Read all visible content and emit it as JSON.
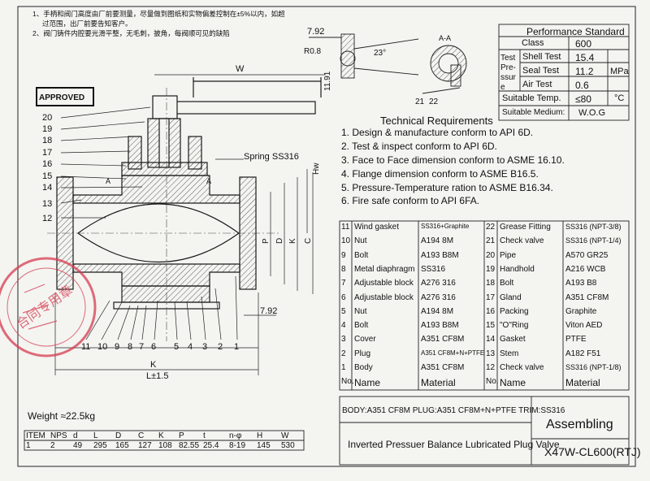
{
  "notes": [
    "1、手柄和阀门高度由厂前要测量，尽量做到图纸和实物偏差控制在±5%以内，如超",
    "过范围，出厂前要告知客户。",
    "2、阀门铸件内腔要光滑平整，无毛刺，披角，每阀顺可见的缺陷"
  ],
  "approved_label": "APPROVED",
  "spring_label": "Spring SS316",
  "dim_W": "W",
  "dim_K": "K",
  "dim_L": "L±1.5",
  "dim_792": "7.92",
  "dim_H": "Hw",
  "detail": {
    "top": "7.92",
    "r": "R0.8",
    "angle": "23°",
    "side": "11.91",
    "section": "A-A",
    "n21": "21",
    "n22": "22",
    "arrow": "A",
    "arrow2": "A"
  },
  "part_callouts_left": [
    "20",
    "19",
    "18",
    "17",
    "16",
    "15",
    "14",
    "13",
    "12"
  ],
  "part_callouts_bottom": [
    "11",
    "10",
    "9",
    "8",
    "7",
    "6",
    "5",
    "4",
    "3",
    "2",
    "1"
  ],
  "vertical_dims": [
    "P",
    "D",
    "K",
    "C"
  ],
  "technical": {
    "title": "Technical Requirements",
    "items": [
      "1. Design & manufacture conform to API 6D.",
      "2. Test & inspect conform to API 6D.",
      "3. Face to Face dimension conform to ASME 16.10.",
      "4. Flange dimension conform to ASME B16.5.",
      "5. Pressure-Temperature ration to ASME B16.34.",
      "6. Fire safe conform to API 6FA."
    ]
  },
  "performance": {
    "title": "Performance Standard",
    "class_label": "Class",
    "class_value": "600",
    "test_label": "Test Pre-ssure",
    "shell_label": "Shell Test",
    "shell_value": "15.4",
    "seal_label": "Seal Test",
    "seal_value": "11.2",
    "air_label": "Air Test",
    "air_value": "0.6",
    "unit_mpa": "MPa",
    "temp_label": "Suitable Temp.",
    "temp_value": "≤80",
    "unit_c": "°C",
    "medium_label": "Suitable Medium:",
    "medium_value": "W.O.G"
  },
  "bom": {
    "left": [
      {
        "no": "11",
        "name": "Wind gasket",
        "material": "SS316+Graphite"
      },
      {
        "no": "10",
        "name": "Nut",
        "material": "A194 8M"
      },
      {
        "no": "9",
        "name": "Bolt",
        "material": "A193 B8M"
      },
      {
        "no": "8",
        "name": "Metal diaphragm",
        "material": "SS316"
      },
      {
        "no": "7",
        "name": "Adjustable block",
        "material": "A276 316"
      },
      {
        "no": "6",
        "name": "Adjustable block",
        "material": "A276 316"
      },
      {
        "no": "5",
        "name": "Nut",
        "material": "A194 8M"
      },
      {
        "no": "4",
        "name": "Bolt",
        "material": "A193 B8M"
      },
      {
        "no": "3",
        "name": "Cover",
        "material": "A351 CF8M"
      },
      {
        "no": "2",
        "name": "Plug",
        "material": "A351 CF8M+N+PTFE"
      },
      {
        "no": "1",
        "name": "Body",
        "material": "A351 CF8M"
      }
    ],
    "right": [
      {
        "no": "22",
        "name": "Grease Fitting",
        "material": "SS316 (NPT-3/8)"
      },
      {
        "no": "21",
        "name": "Check valve",
        "material": "SS316 (NPT-1/4)"
      },
      {
        "no": "20",
        "name": "Pipe",
        "material": "A570 GR25"
      },
      {
        "no": "19",
        "name": "Handhold",
        "material": "A216 WCB"
      },
      {
        "no": "18",
        "name": "Bolt",
        "material": "A193 B8"
      },
      {
        "no": "17",
        "name": "Gland",
        "material": "A351 CF8M"
      },
      {
        "no": "16",
        "name": "Packing",
        "material": "Graphite"
      },
      {
        "no": "15",
        "name": "\"O\"Ring",
        "material": "Viton AED"
      },
      {
        "no": "14",
        "name": "Gasket",
        "material": "PTFE"
      },
      {
        "no": "13",
        "name": "Stem",
        "material": "A182 F51"
      },
      {
        "no": "12",
        "name": "Check valve",
        "material": "SS316 (NPT-1/8)"
      }
    ],
    "header": {
      "no": "No.",
      "name": "Name",
      "material": "Material"
    }
  },
  "body_line": "BODY:A351 CF8M PLUG:A351 CF8M+N+PTFE TRIM:SS316",
  "assembling": "Assembling",
  "valve_title": "Inverted Pressuer Balance Lubricated Plug Valve",
  "model": "X47W-CL600(RTJ)",
  "weight": "Weight ≈22.5kg",
  "dims_table": {
    "headers": [
      "ITEM",
      "NPS",
      "d",
      "L",
      "D",
      "C",
      "K",
      "P",
      "t",
      "n-φ",
      "H",
      "W"
    ],
    "values": [
      "1",
      "2",
      "49",
      "295",
      "165",
      "127",
      "108",
      "82.55",
      "25.4",
      "8-19",
      "145",
      "530"
    ]
  },
  "stamp": {
    "text": "合同专用章"
  },
  "colors": {
    "line": "#1a1a1a",
    "stamp": "#d63c50",
    "hatch": "#333333",
    "paper": "#f4f4f1"
  }
}
